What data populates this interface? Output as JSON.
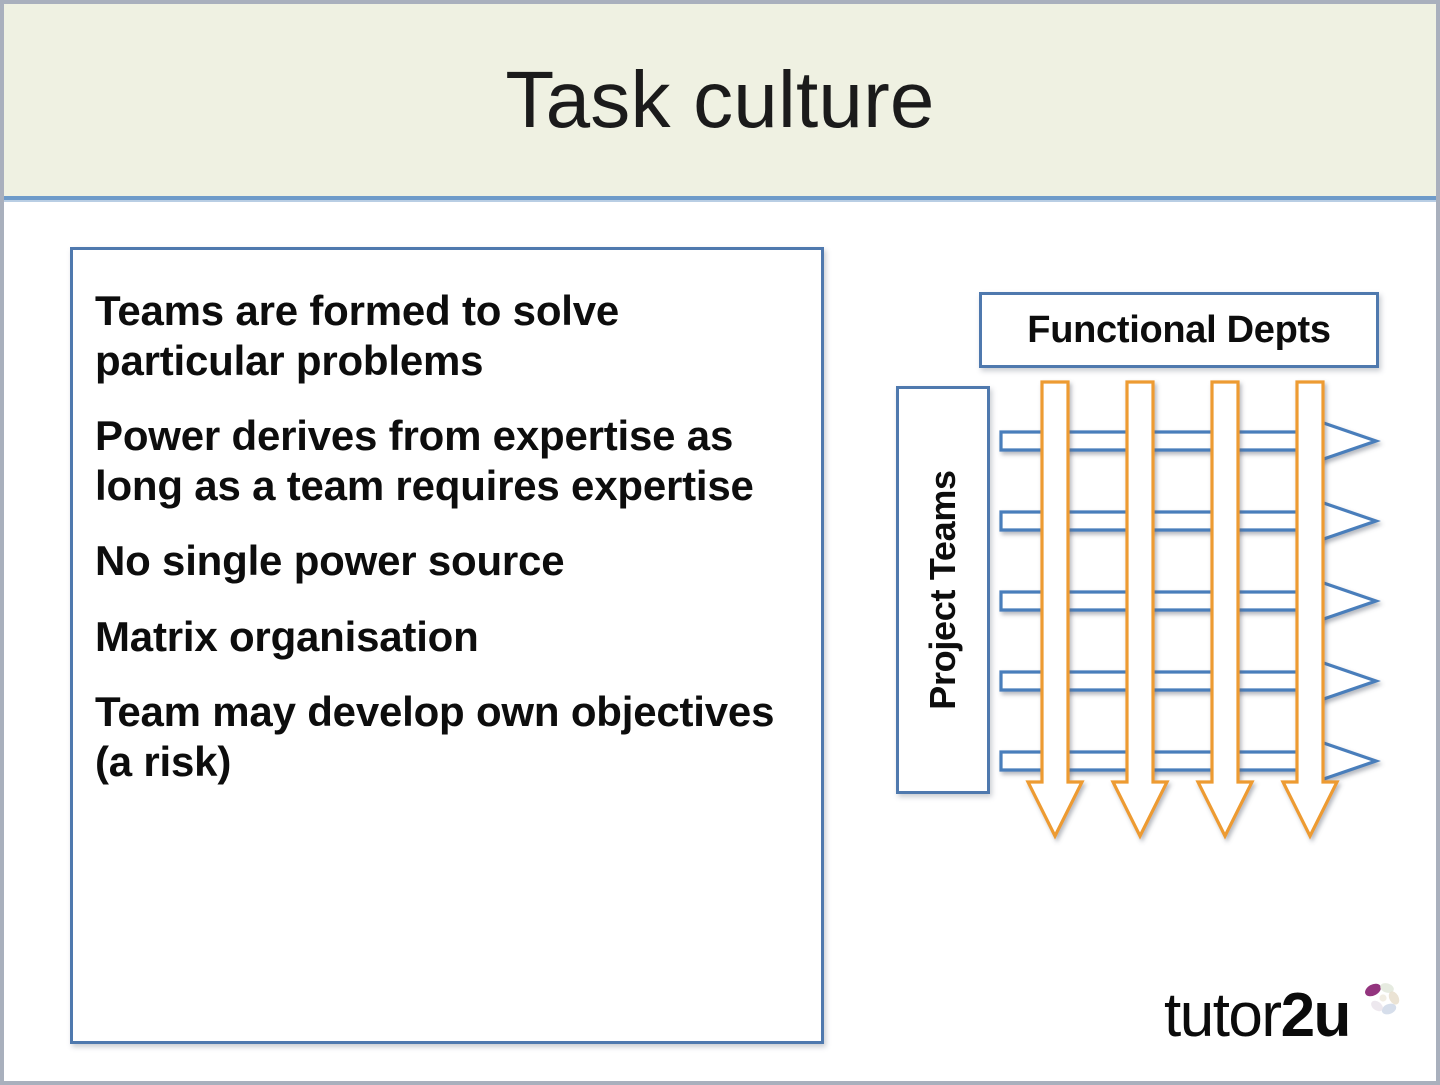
{
  "slide": {
    "title": "Task culture",
    "theme": {
      "title_band_bg": "#eff1e2",
      "rule_blue": "#6e9bc9",
      "box_border_blue": "#4f79ae",
      "arrow_blue": "#4a7ebb",
      "arrow_orange": "#ed9b33",
      "text_black": "#0d0d0d",
      "slide_border_gray": "#a9b0bd",
      "logo_petal_magenta": "#8e2a78"
    }
  },
  "content": {
    "bullets": [
      "Teams are formed to solve particular problems",
      "Power derives from expertise as long as a team requires expertise",
      "No single power source",
      "Matrix organisation",
      "Team may develop own objectives (a risk)"
    ]
  },
  "diagram": {
    "type": "matrix-organisation",
    "column_header": "Functional Depts",
    "row_header": "Project Teams",
    "horizontal_arrows": {
      "count": 5,
      "direction": "right",
      "color": "#4a7ebb",
      "style": "hollow-block-arrow"
    },
    "vertical_arrows": {
      "count": 4,
      "direction": "down",
      "color": "#ed9b33",
      "style": "hollow-block-arrow"
    }
  },
  "logo": {
    "text_light": "tutor",
    "text_bold": "2u",
    "mark": "flower-icon"
  }
}
